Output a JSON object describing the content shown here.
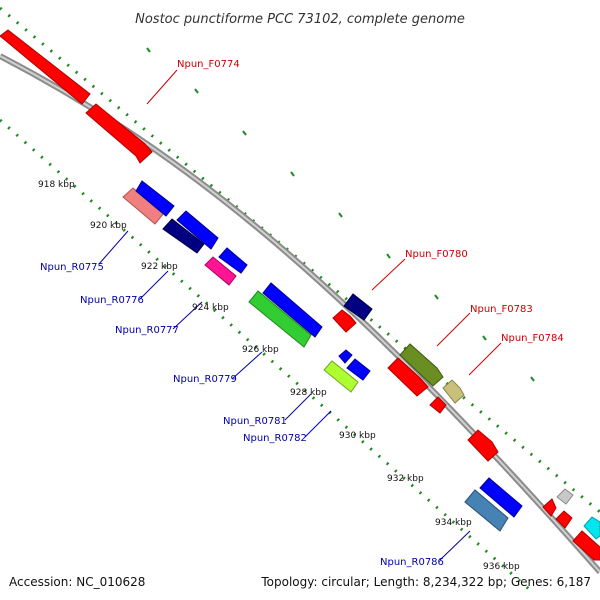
{
  "title": "Nostoc punctiforme PCC 73102, complete genome",
  "accession": "Accession: NC_010628",
  "topology": "Topology: circular; Length: 8,234,322 bp; Genes: 6,187",
  "colors": {
    "backbone": "#8c8c8c",
    "forward_label": "#cc0000",
    "reverse_label": "#0000aa",
    "tick_dots": "#1f8a1f"
  },
  "ticks": [
    "918 kbp",
    "920 kbp",
    "922 kbp",
    "924 kbp",
    "926 kbp",
    "928 kbp",
    "930 kbp",
    "932 kbp",
    "934 kbp",
    "936 kbp"
  ],
  "labels": {
    "forward": [
      "Npun_F0774",
      "Npun_F0780",
      "Npun_F0783",
      "Npun_F0784"
    ],
    "reverse": [
      "Npun_R0775",
      "Npun_R0776",
      "Npun_R0777",
      "Npun_R0779",
      "Npun_R0781",
      "Npun_R0782",
      "Npun_R0786"
    ]
  }
}
